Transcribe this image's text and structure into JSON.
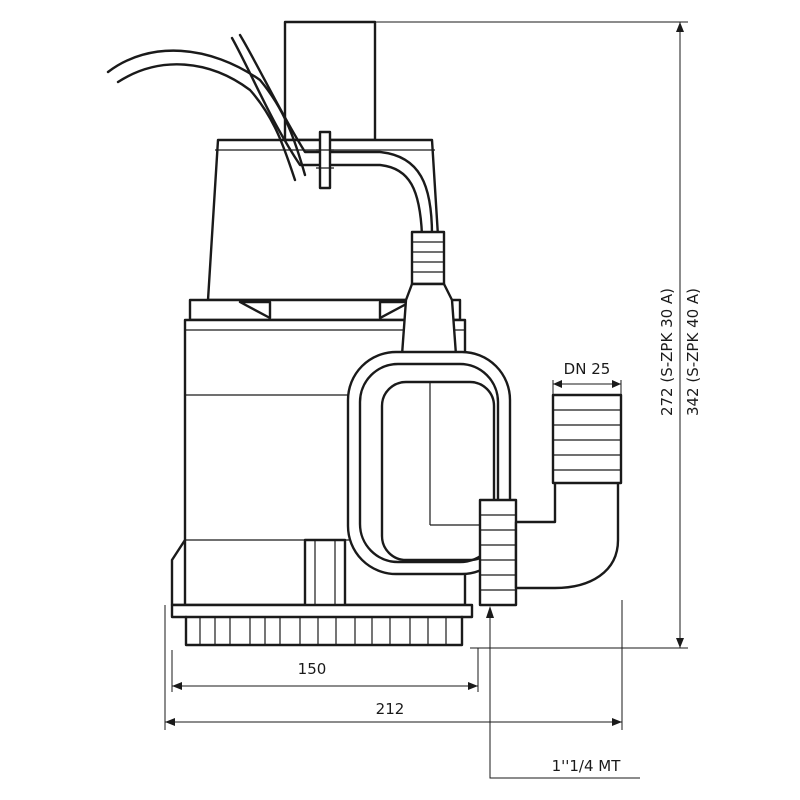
{
  "dimensions": {
    "base_width": "150",
    "overall_width": "212",
    "outlet_diameter": "DN 25",
    "thread": "1''1/4 MT",
    "height_30a": "272 (S-ZPK 30 A)",
    "height_40a": "342 (S-ZPK 40 A)"
  },
  "colors": {
    "line": "#1a1a1a",
    "background": "#ffffff"
  }
}
